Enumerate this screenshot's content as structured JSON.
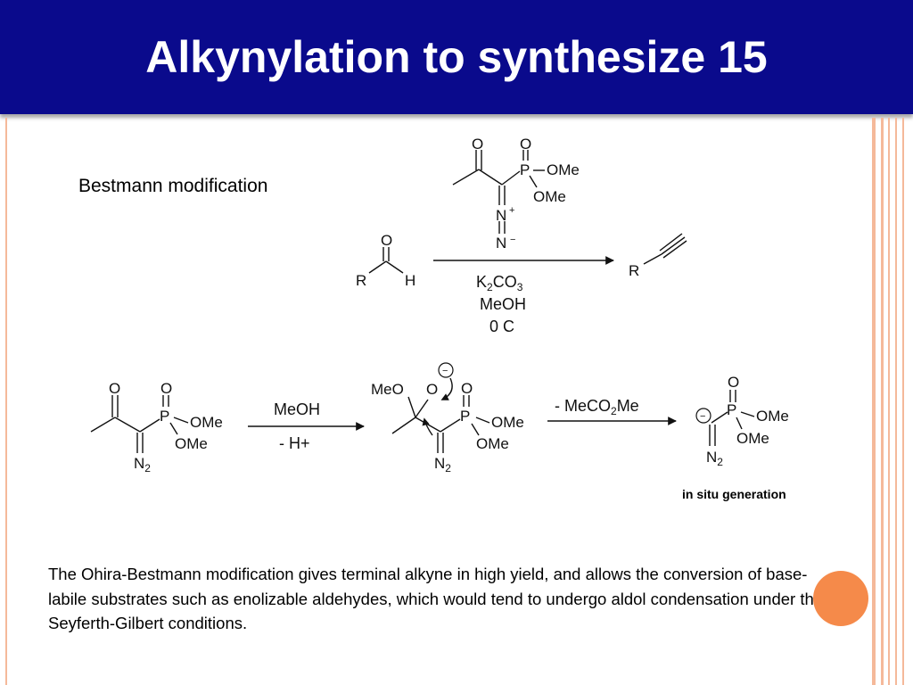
{
  "slide": {
    "title": "Alkynylation to synthesize 15",
    "label_bestmann": "Bestmann modification",
    "label_insitu": "in situ generation",
    "paragraph": "The Ohira-Bestmann modification gives terminal alkyne in high yield, and allows the conversion of base-labile substrates such as enolizable aldehydes, which would tend to undergo aldol condensation under the Seyferth-Gilbert conditions."
  },
  "scheme1": {
    "reagent_o_left": "O",
    "reagent_o_p": "O",
    "reagent_p": "P",
    "reagent_ome1": "OMe",
    "reagent_ome2": "OMe",
    "reagent_n1": "N",
    "reagent_n1_charge": "+",
    "reagent_n2": "N",
    "reagent_n2_charge": "−",
    "ald_o": "O",
    "ald_r": "R",
    "ald_h": "H",
    "cond_base": "K",
    "cond_base_sub1": "2",
    "cond_base_mid": "CO",
    "cond_base_sub2": "3",
    "cond_solvent": "MeOH",
    "cond_temp": "0 C",
    "prod_r": "R"
  },
  "scheme2": {
    "s_o_left": "O",
    "s_o_p": "O",
    "s_p": "P",
    "s_ome1": "OMe",
    "s_ome2": "OMe",
    "s_n": "N",
    "s_n_sub": "2",
    "arrow1_top": "MeOH",
    "arrow1_bottom": "- H+",
    "i_meo": "MeO",
    "i_o": "O",
    "i_minus": "−",
    "i_o_p": "O",
    "i_p": "P",
    "i_ome1": "OMe",
    "i_ome2": "OMe",
    "i_n": "N",
    "i_n_sub": "2",
    "arrow2_top_a": "- MeCO",
    "arrow2_top_sub": "2",
    "arrow2_top_b": "Me",
    "p_minus": "−",
    "p_o_p": "O",
    "p_p": "P",
    "p_ome1": "OMe",
    "p_ome2": "OMe",
    "p_n": "N",
    "p_n_sub": "2"
  },
  "colors": {
    "title_bar": "#0a0a8c",
    "frame": "#f5b99a",
    "accent_dot": "#f58a4a"
  }
}
